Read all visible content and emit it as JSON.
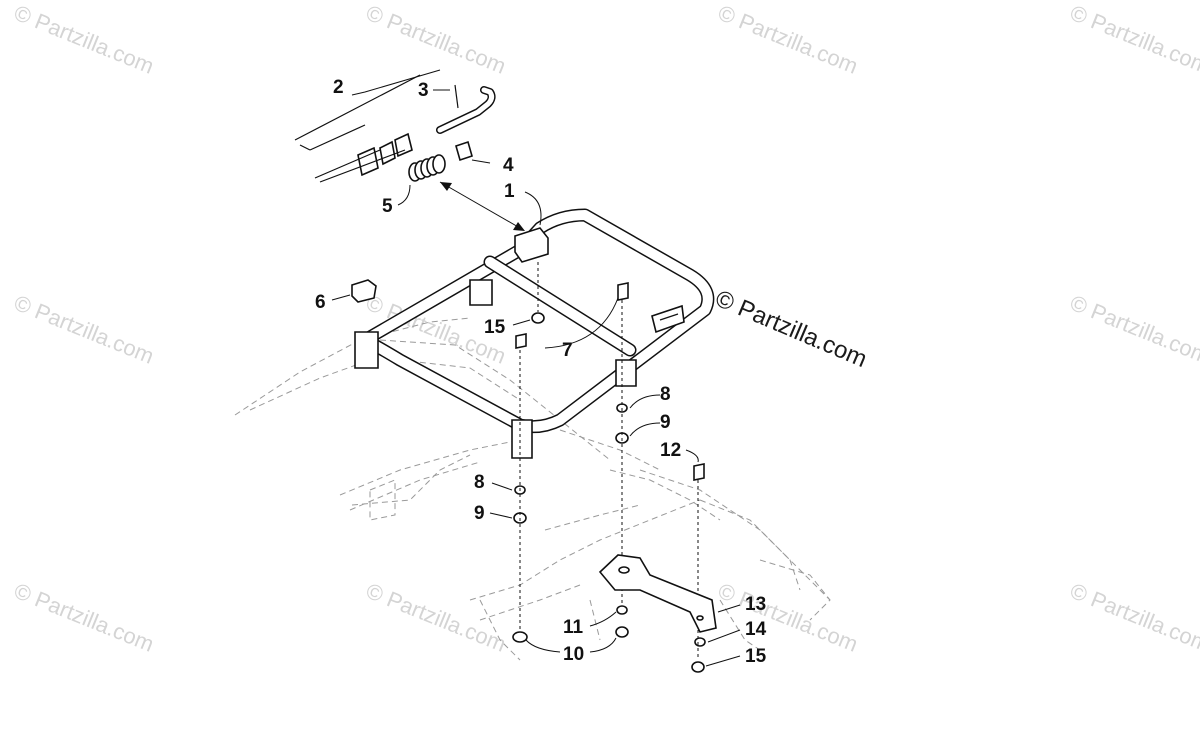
{
  "watermark": {
    "text": "© Partzilla.com",
    "main_text": "© Partzilla.com"
  },
  "callouts": [
    {
      "id": "c2",
      "label": "2"
    },
    {
      "id": "c3",
      "label": "3"
    },
    {
      "id": "c4",
      "label": "4"
    },
    {
      "id": "c1",
      "label": "1"
    },
    {
      "id": "c5",
      "label": "5"
    },
    {
      "id": "c6",
      "label": "6"
    },
    {
      "id": "c15a",
      "label": "15"
    },
    {
      "id": "c7",
      "label": "7"
    },
    {
      "id": "c8a",
      "label": "8"
    },
    {
      "id": "c9a",
      "label": "9"
    },
    {
      "id": "c12",
      "label": "12"
    },
    {
      "id": "c8b",
      "label": "8"
    },
    {
      "id": "c9b",
      "label": "9"
    },
    {
      "id": "c13",
      "label": "13"
    },
    {
      "id": "c11",
      "label": "11"
    },
    {
      "id": "c14",
      "label": "14"
    },
    {
      "id": "c10",
      "label": "10"
    },
    {
      "id": "c15b",
      "label": "15"
    }
  ]
}
